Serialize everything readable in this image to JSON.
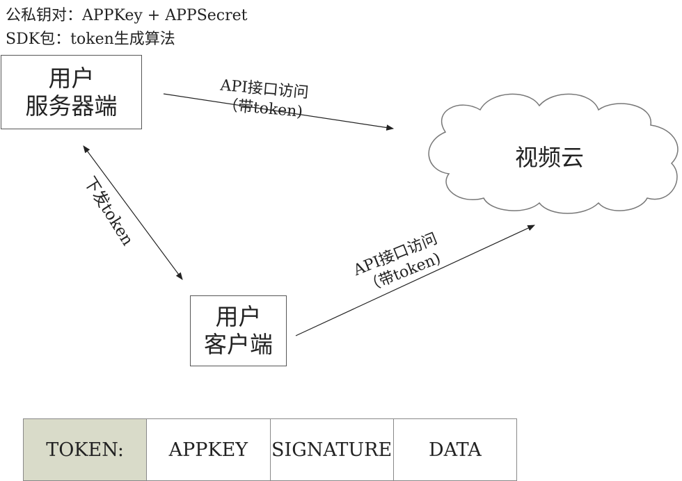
{
  "header": {
    "line1": "公私钥对：APPKey + APPSecret",
    "line2": "SDK包：token生成算法"
  },
  "nodes": {
    "server": {
      "line1": "用户",
      "line2": "服务器端"
    },
    "client": {
      "line1": "用户",
      "line2": "客户端"
    },
    "cloud": {
      "label": "视频云"
    }
  },
  "edges": {
    "server_api": {
      "line1": "API接口访问",
      "line2": "（带token)"
    },
    "client_api": {
      "line1": "API接口访问",
      "line2": "（带token)"
    },
    "issue_token": {
      "label": "下发token"
    }
  },
  "token_table": {
    "cells": [
      "TOKEN:",
      "APPKEY",
      "SIGNATURE",
      "DATA"
    ],
    "highlight_color": "#d9dbc9"
  }
}
